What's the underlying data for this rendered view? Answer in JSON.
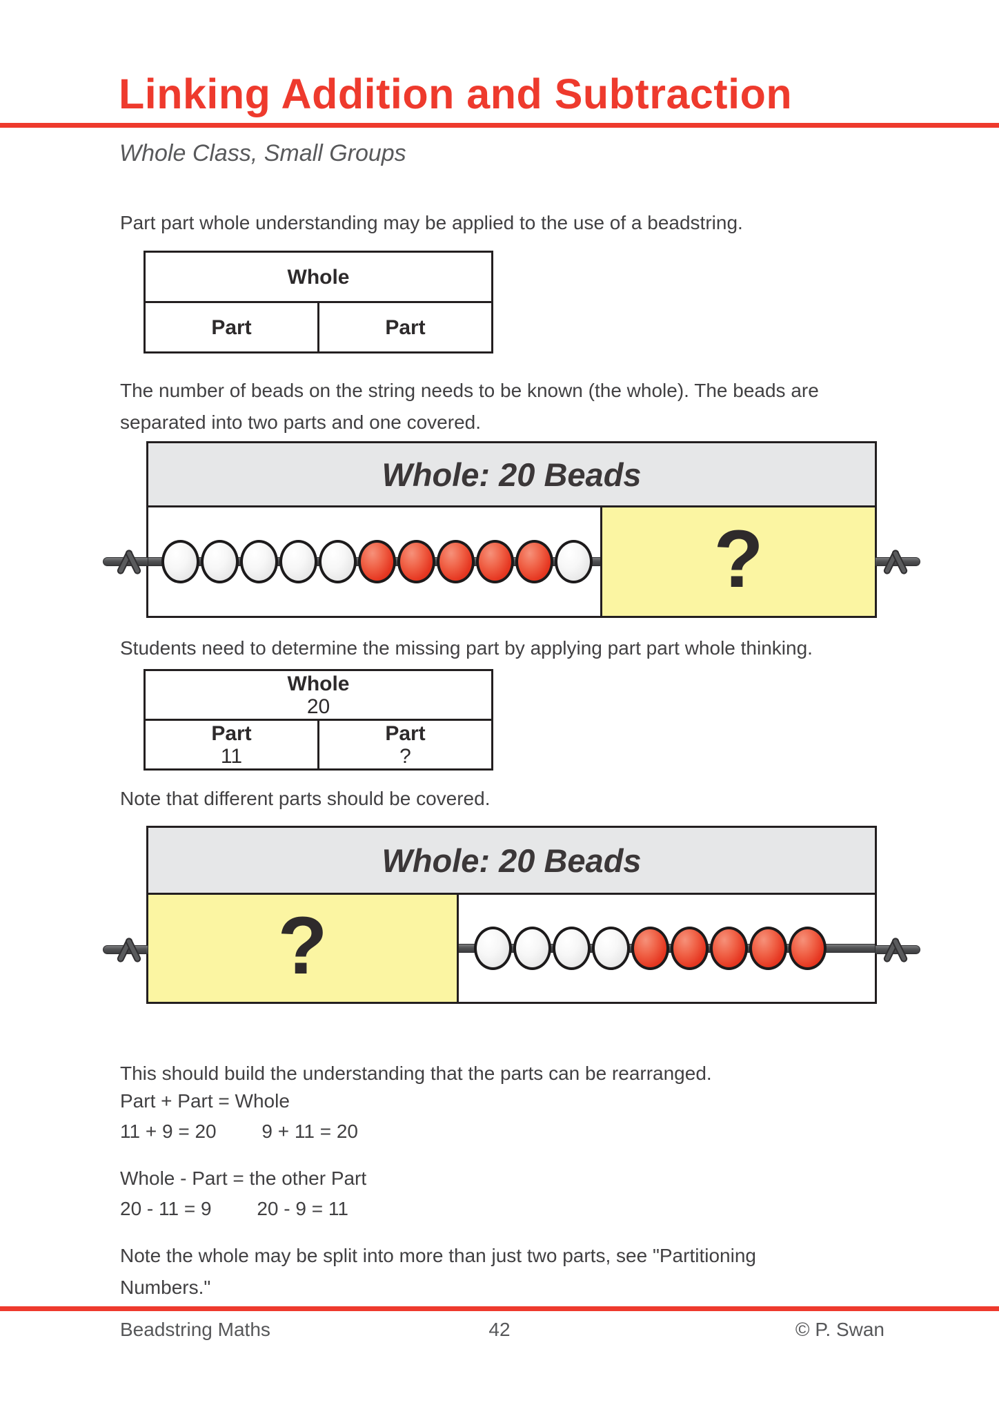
{
  "page": {
    "title": "Linking Addition and Subtraction",
    "subtitle": "Whole Class, Small Groups"
  },
  "paragraphs": {
    "intro": "Part part whole understanding may be applied to the use of a beadstring.",
    "beads_known_line1": "The number of beads on the string needs to be known (the whole). The beads are",
    "beads_known_line2": "separated into two parts and one covered.",
    "determine": "Students need to determine the missing part by applying part part whole thinking.",
    "note_covered": "Note that different parts should be covered.",
    "rearranged": "This should build the understanding that the parts can be rearranged.",
    "note_split_line1": "Note the whole may be split into more than just two parts, see \"Partitioning",
    "note_split_line2": "Numbers.\""
  },
  "table_blank": {
    "whole_label": "Whole",
    "part_left_label": "Part",
    "part_right_label": "Part"
  },
  "table_filled": {
    "whole_label": "Whole",
    "whole_value": "20",
    "part_left_label": "Part",
    "part_left_value": "11",
    "part_right_label": "Part",
    "part_right_value": "?"
  },
  "diagram1": {
    "header": "Whole: 20 Beads",
    "question_mark": "?",
    "beads": [
      "white",
      "white",
      "white",
      "white",
      "white",
      "red",
      "red",
      "red",
      "red",
      "red",
      "white"
    ]
  },
  "diagram2": {
    "header": "Whole: 20 Beads",
    "question_mark": "?",
    "beads": [
      "white",
      "white",
      "white",
      "white",
      "red",
      "red",
      "red",
      "red",
      "red"
    ]
  },
  "equations": {
    "addition_heading": "Part + Part = Whole",
    "addition_eq1": "11 + 9 = 20",
    "addition_eq2": "9 + 11 = 20",
    "subtraction_heading": "Whole - Part = the other Part",
    "subtraction_eq1": "20 - 11 = 9",
    "subtraction_eq2": "20 - 9 = 11"
  },
  "footer": {
    "left": "Beadstring Maths",
    "page_number": "42",
    "right": "© P. Swan"
  },
  "colors": {
    "accent_red": "#ee3a2d",
    "text": "#414042",
    "subtitle_gray": "#58595b",
    "diagram_header_fill": "#e6e7e8",
    "cover_yellow": "#fbf5a2",
    "bead_red": "#e63822",
    "bead_white": "#f2f2f2",
    "border_black": "#231f20"
  }
}
